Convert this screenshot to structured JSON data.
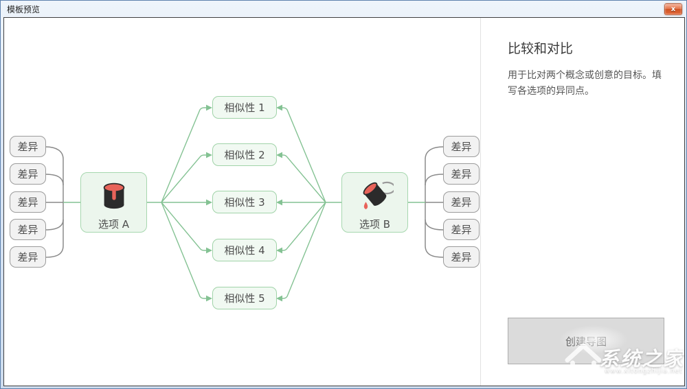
{
  "window": {
    "title": "模板预览",
    "close": "x"
  },
  "diagram": {
    "option_a": {
      "label": "选项 A",
      "icon": "paint-can"
    },
    "option_b": {
      "label": "选项 B",
      "icon": "pouring-bucket"
    },
    "similarities": [
      "相似性 1",
      "相似性 2",
      "相似性 3",
      "相似性 4",
      "相似性 5"
    ],
    "differences_left": [
      "差异",
      "差异",
      "差异",
      "差异",
      "差异"
    ],
    "differences_right": [
      "差异",
      "差异",
      "差异",
      "差异",
      "差异"
    ],
    "colors": {
      "green_line": "#84c293",
      "green_border": "#a0d3a8",
      "green_fill": "#f1f9f2",
      "option_fill": "#ecf6ed",
      "gray_line": "#8a8a8a",
      "gray_border": "#9b9b9b",
      "gray_fill": "#f2f2f2",
      "accent_red": "#e8635a",
      "icon_black": "#2b2b2b"
    }
  },
  "panel": {
    "title": "比较和对比",
    "description": "用于比对两个概念或创意的目标。填写各选项的异同点。",
    "create_button": "创建导图"
  },
  "watermark": {
    "text": "系统之家",
    "subtext": "www.xitongzhijia.net"
  }
}
